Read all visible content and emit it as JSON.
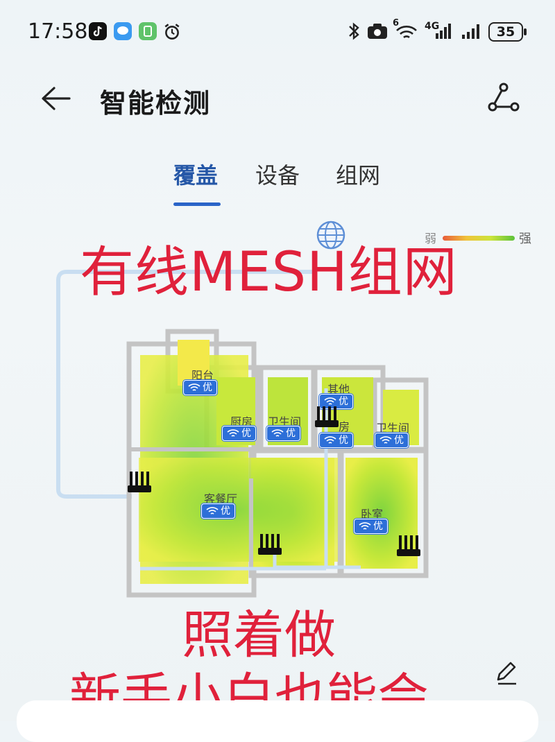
{
  "status_bar": {
    "time": "17:58",
    "battery": "35",
    "network": "4G",
    "wifi_badge": "6"
  },
  "header": {
    "title": "智能检测"
  },
  "tabs": [
    {
      "label": "覆盖",
      "active": true
    },
    {
      "label": "设备",
      "active": false
    },
    {
      "label": "组网",
      "active": false
    }
  ],
  "legend": {
    "weak": "弱",
    "strong": "强",
    "colors": [
      "#e85c3a",
      "#f0c33a",
      "#cce43a",
      "#5cc23a"
    ]
  },
  "rooms": [
    {
      "name": "阳台",
      "signal": "优"
    },
    {
      "name": "厨房",
      "signal": "优"
    },
    {
      "name": "卫生间",
      "signal": "优"
    },
    {
      "name": "其他",
      "signal": "优"
    },
    {
      "name": "房",
      "signal": "优"
    },
    {
      "name": "卫生间",
      "signal": "优"
    },
    {
      "name": "客餐厅",
      "signal": "优"
    },
    {
      "name": "卧室",
      "signal": "优"
    }
  ],
  "overlay": {
    "line1": "有线MESH组网",
    "line2": "照着做",
    "line3": "新手小白也能会"
  },
  "colors": {
    "accent": "#2a64c8",
    "overlay_text": "#e0213b",
    "badge": "#2d6fd8"
  },
  "icons": [
    "back-arrow-icon",
    "topology-icon",
    "globe-icon",
    "wifi-icon",
    "router-icon",
    "pencil-icon"
  ]
}
